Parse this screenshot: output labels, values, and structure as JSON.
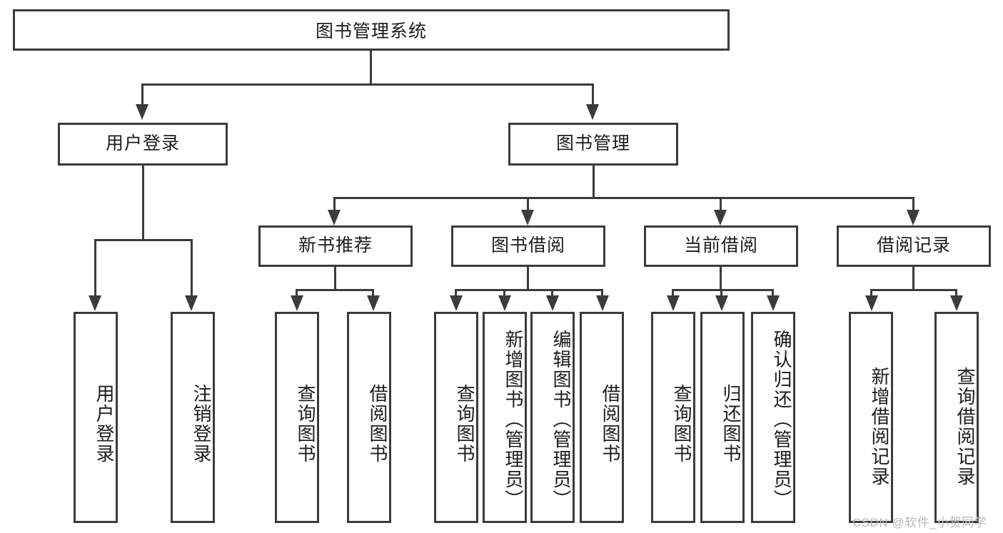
{
  "diagram": {
    "type": "tree-hierarchy-chart",
    "title": "图书管理系统",
    "watermark": "CSDN @软件_小贺同学",
    "colors": {
      "stroke": "#3b3b3b",
      "fill": "#ffffff",
      "text": "#1c1c1c",
      "watermark": "#b9b9b9"
    },
    "levels": {
      "root": {
        "label": "图书管理系统"
      },
      "level1": [
        {
          "label": "用户登录"
        },
        {
          "label": "图书管理"
        }
      ],
      "level2": [
        {
          "label": "新书推荐"
        },
        {
          "label": "图书借阅"
        },
        {
          "label": "当前借阅"
        },
        {
          "label": "借阅记录"
        }
      ],
      "leaves": {
        "user_login": [
          {
            "label": "用户登录"
          },
          {
            "label": "注销登录"
          }
        ],
        "new_book_recommend": [
          {
            "label": "查询图书"
          },
          {
            "label": "借阅图书"
          }
        ],
        "book_borrow": [
          {
            "label": "查询图书"
          },
          {
            "label": "新增图书（管理员）"
          },
          {
            "label": "编辑图书（管理员）"
          },
          {
            "label": "借阅图书"
          }
        ],
        "current_borrow": [
          {
            "label": "查询图书"
          },
          {
            "label": "归还图书"
          },
          {
            "label": "确认归还（管理员）"
          }
        ],
        "borrow_record": [
          {
            "label": "新增借阅记录"
          },
          {
            "label": "查询借阅记录"
          }
        ]
      }
    }
  }
}
